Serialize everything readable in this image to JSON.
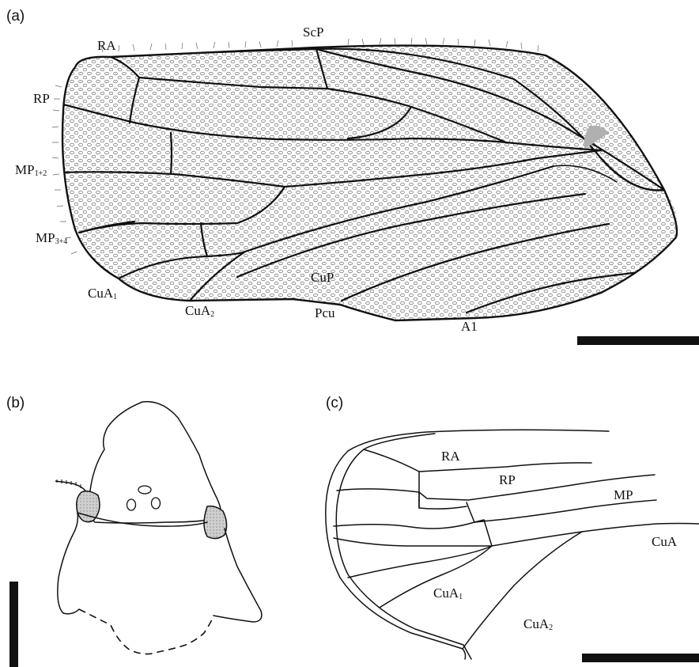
{
  "panels": {
    "a": {
      "label": "(a)",
      "veins": {
        "ra": "RA",
        "scp": "ScP",
        "rp": "RP",
        "mp12": "MP",
        "mp12_sub": "1+2",
        "mp34": "MP",
        "mp34_sub": "3+4",
        "cua1": "CuA",
        "cua1_sub": "1",
        "cua2": "CuA",
        "cua2_sub": "2",
        "cup": "CuP",
        "pcu": "Pcu",
        "a1": "A1"
      }
    },
    "b": {
      "label": "(b)"
    },
    "c": {
      "label": "(c)",
      "veins": {
        "ra": "RA",
        "rp": "RP",
        "mp": "MP",
        "cua": "CuA",
        "cua1": "CuA",
        "cua1_sub": "1",
        "cua2": "CuA",
        "cua2_sub": "2"
      }
    }
  },
  "colors": {
    "ink": "#111111",
    "stigma": "#b0b0b0",
    "eye_fill": "#c8c8c8",
    "background": "#ffffff"
  }
}
